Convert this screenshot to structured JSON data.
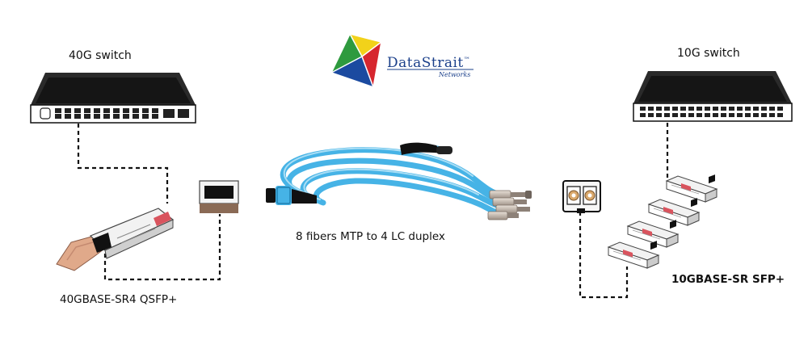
{
  "labels": {
    "switch_40g": "40G switch",
    "switch_10g": "10G switch",
    "qsfp_caption": "40GBASE-SR4 QSFP+",
    "cable_caption": "8 fibers MTP to 4 LC duplex",
    "sfp_caption": "10GBASE-SR SFP+"
  },
  "logo": {
    "name": "DataStrait",
    "trademark": "™",
    "tagline": "Networks"
  },
  "colors": {
    "cable": "#46b3e6",
    "cable_light": "#a9def5",
    "dashed_line": "#111111",
    "switch_body": "#1b1b1b",
    "qsfp_pull_tab": "#e0a98a",
    "sfp_label": "#d9545e",
    "logo_text": "#1a3f8a"
  }
}
